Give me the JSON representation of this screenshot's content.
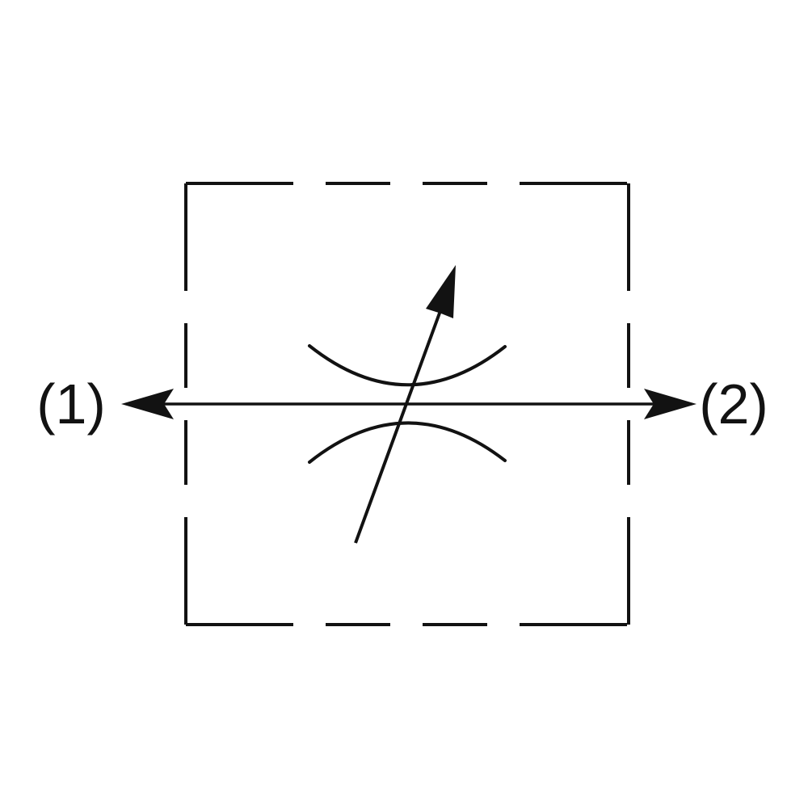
{
  "diagram": {
    "symbol_name": "adjustable-flow-restrictor-valve-symbol",
    "ports": [
      {
        "label": "(1)",
        "side": "left"
      },
      {
        "label": "(2)",
        "side": "right"
      }
    ],
    "colors": {
      "line": "#121212",
      "background": "#ffffff"
    }
  }
}
